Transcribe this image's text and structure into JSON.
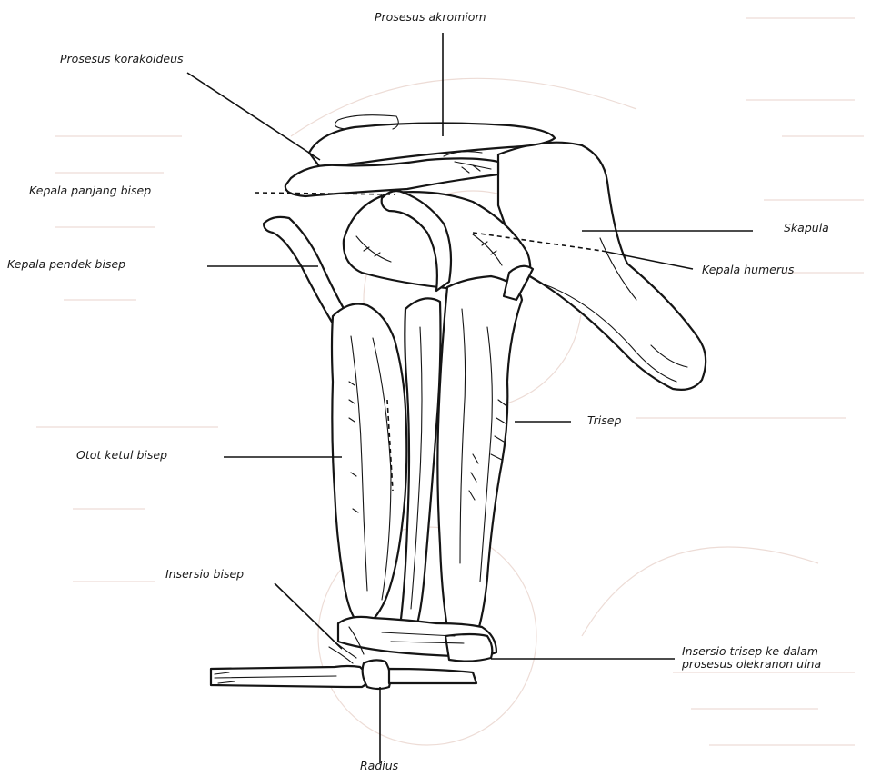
{
  "labels": {
    "prosesus_akromiom": "Prosesus akromiom",
    "prosesus_korakoideus": "Prosesus korakoideus",
    "kepala_panjang_bisep": "Kepala panjang bisep",
    "skapula": "Skapula",
    "kepala_pendek_bisep": "Kepala pendek bisep",
    "kepala_humerus": "Kepala humerus",
    "trisep": "Trisep",
    "otot_ketul_bisep": "Otot ketul bisep",
    "insersio_bisep": "Insersio bisep",
    "insersio_trisep": "Insersio trisep ke dalam\nprosesus olekranon ulna",
    "radius": "Radius"
  },
  "colors": {
    "ink": "#151515",
    "paper": "#ffffff",
    "bleed_through": "#eddcd6"
  }
}
